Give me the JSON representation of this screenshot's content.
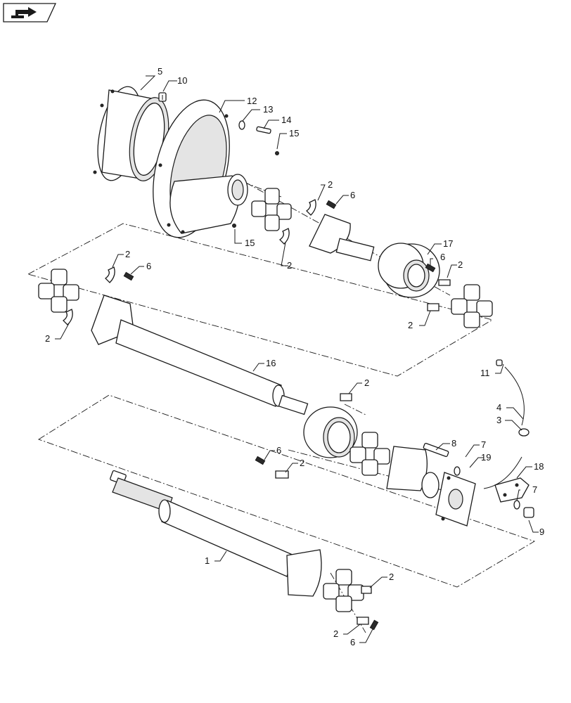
{
  "nav": {
    "icon": "book-arrow-icon"
  },
  "colors": {
    "line": "#1a1a1a",
    "shade": "#e4e4e4",
    "background": "#ffffff"
  },
  "callouts": {
    "c1": "1",
    "c2a": "2",
    "c2b": "2",
    "c2c": "2",
    "c2d": "2",
    "c2e": "2",
    "c2f": "2",
    "c2g": "2",
    "c2h": "2",
    "c2i": "2",
    "c2j": "2",
    "c3": "3",
    "c4": "4",
    "c5": "5",
    "c6a": "6",
    "c6b": "6",
    "c6c": "6",
    "c6d": "6",
    "c6e": "6",
    "c7a": "7",
    "c7b": "7",
    "c8": "8",
    "c9": "9",
    "c10": "10",
    "c11": "11",
    "c12": "12",
    "c13": "13",
    "c14": "14",
    "c15a": "15",
    "c15b": "15",
    "c16": "16",
    "c17": "17",
    "c18": "18",
    "c19": "19"
  }
}
